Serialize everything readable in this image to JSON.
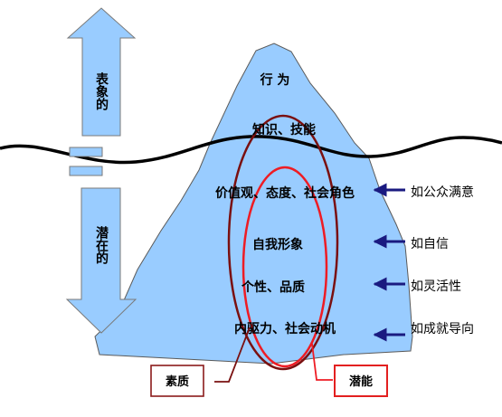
{
  "diagram": {
    "arrow_up_text": "表象的",
    "arrow_down_text": "潜在的",
    "layers": [
      "行 为",
      "知识、技能",
      "价值观、态度、社会角色",
      "自我形象",
      "个性、品质",
      "内驱力、社会动机"
    ],
    "examples": [
      "如公众满意",
      "如自信",
      "如灵活性",
      "如成就导向"
    ],
    "box_left": "素质",
    "box_right": "潜能",
    "colors": {
      "iceberg_fill": "#99ccff",
      "arrow_fill": "#99ccff",
      "outer_ellipse": "#7a1010",
      "inner_ellipse": "#ee1c24",
      "example_arrow": "#1a1a80",
      "box_left_border": "#8b1a1a",
      "box_right_border": "#e32020"
    }
  }
}
